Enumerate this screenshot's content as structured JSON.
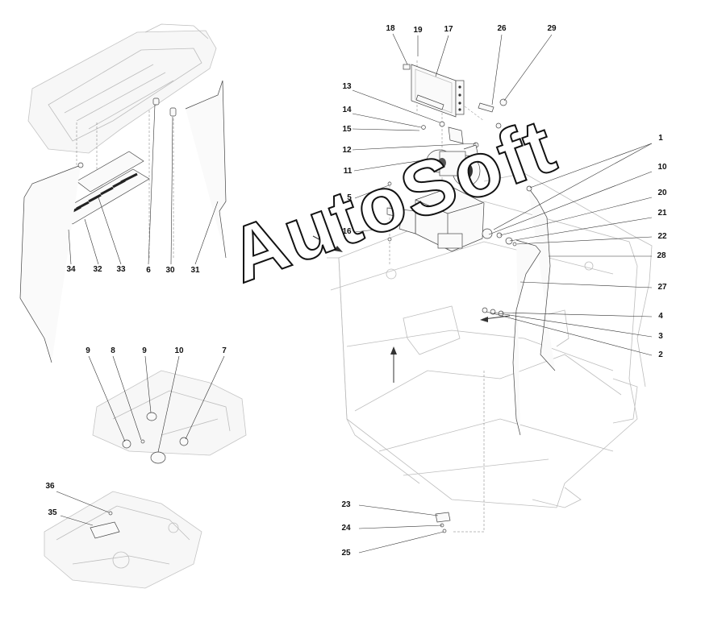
{
  "watermark": "AutoSoft",
  "callouts": {
    "c1": "1",
    "c2": "2",
    "c3": "3",
    "c4": "4",
    "c5": "5",
    "c6": "6",
    "c7": "7",
    "c8": "8",
    "c9a": "9",
    "c9b": "9",
    "c10a": "10",
    "c10b": "10",
    "c11": "11",
    "c12": "12",
    "c13": "13",
    "c14": "14",
    "c15": "15",
    "c16": "16",
    "c17": "17",
    "c18": "18",
    "c19": "19",
    "c20": "20",
    "c21": "21",
    "c22": "22",
    "c23": "23",
    "c24": "24",
    "c25": "25",
    "c26": "26",
    "c27": "27",
    "c28": "28",
    "c29": "29",
    "c30": "30",
    "c31": "31",
    "c32": "32",
    "c33": "33",
    "c34": "34",
    "c35": "35",
    "c36": "36"
  }
}
